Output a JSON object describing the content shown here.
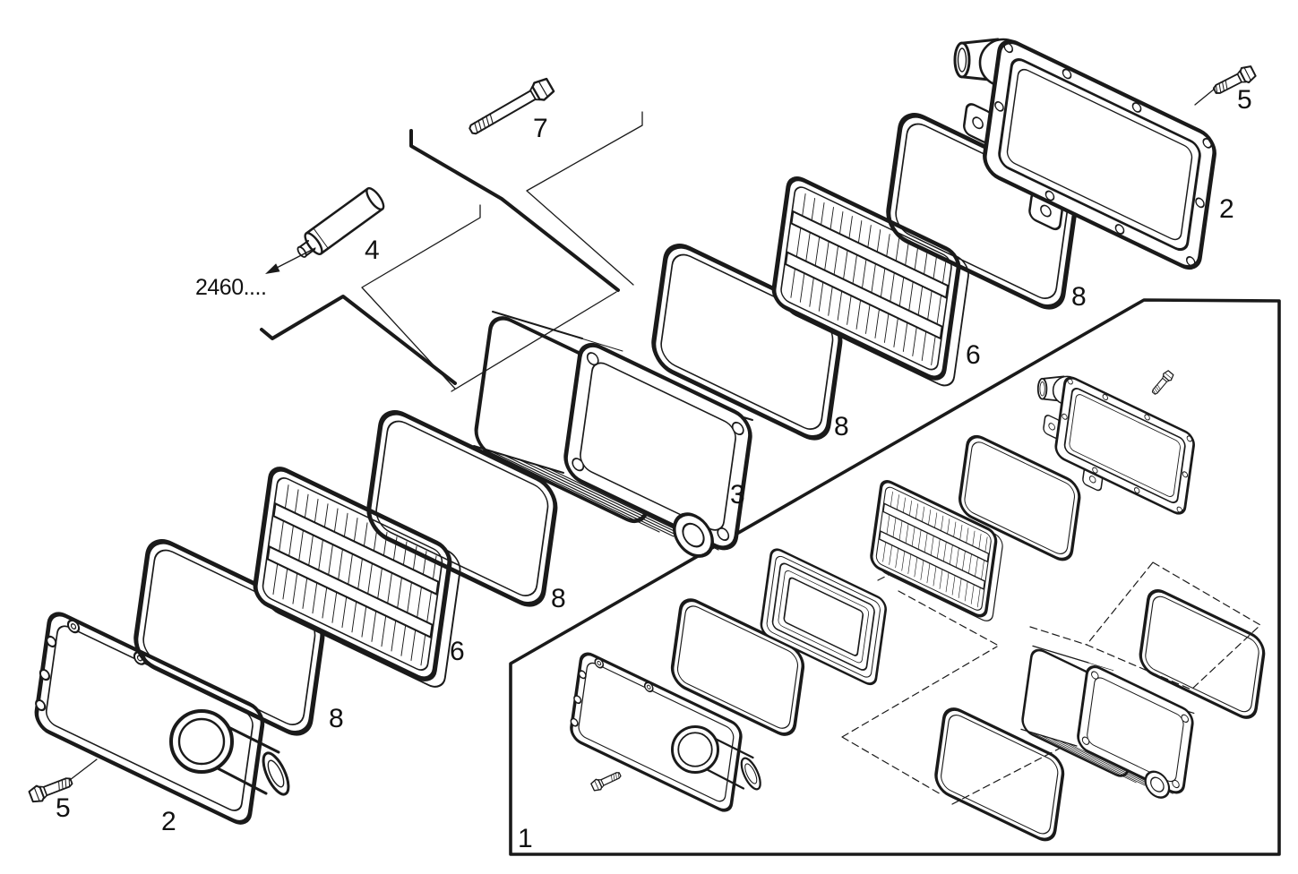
{
  "diagram": {
    "figure_type": "exploded parts diagram",
    "background_color": "#ffffff",
    "line_color": "#1a1a1a",
    "reference_label": "2460....",
    "callouts": {
      "bolt_long": "7",
      "stud": "4",
      "cover_upper": "2",
      "bolt_upper": "5",
      "gasket_right_outer": "8",
      "filter_right": "6",
      "gasket_right_inner": "8",
      "housing": "3",
      "gasket_left_inner": "8",
      "filter_left": "6",
      "gasket_left_outer": "8",
      "bolt_lower": "5",
      "cover_lower": "2",
      "kit_box": "1"
    }
  }
}
